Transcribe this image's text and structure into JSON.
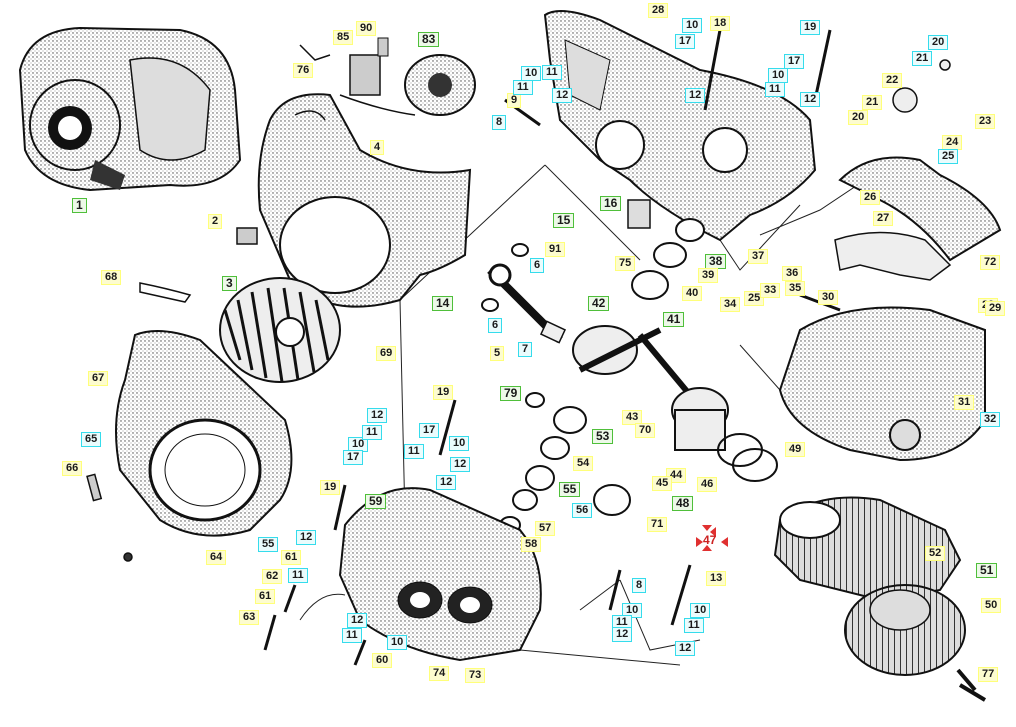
{
  "diagram": {
    "accent_colors": {
      "yellow_label": "#ffff7a",
      "cyan_label": "#35dcec",
      "green_label": "#4fbf3a",
      "red_marker": "#e03030"
    },
    "labels": [
      {
        "id": "l1",
        "text": "1",
        "style": "G"
      },
      {
        "id": "l2",
        "text": "2",
        "style": "Y"
      },
      {
        "id": "l3",
        "text": "3",
        "style": "G"
      },
      {
        "id": "l4",
        "text": "4",
        "style": "Y"
      },
      {
        "id": "l5",
        "text": "5",
        "style": "Y"
      },
      {
        "id": "l6a",
        "text": "6",
        "style": "C"
      },
      {
        "id": "l6b",
        "text": "6",
        "style": "C"
      },
      {
        "id": "l7",
        "text": "7",
        "style": "C"
      },
      {
        "id": "l8a",
        "text": "8",
        "style": "C"
      },
      {
        "id": "l8b",
        "text": "8",
        "style": "C"
      },
      {
        "id": "l9",
        "text": "9",
        "style": "Y"
      },
      {
        "id": "l10a",
        "text": "10",
        "style": "C"
      },
      {
        "id": "l10b",
        "text": "10",
        "style": "C"
      },
      {
        "id": "l10c",
        "text": "10",
        "style": "C"
      },
      {
        "id": "l10d",
        "text": "10",
        "style": "C"
      },
      {
        "id": "l10e",
        "text": "10",
        "style": "C"
      },
      {
        "id": "l10f",
        "text": "10",
        "style": "C"
      },
      {
        "id": "l10g",
        "text": "10",
        "style": "C"
      },
      {
        "id": "l10h",
        "text": "10",
        "style": "C"
      },
      {
        "id": "l11a",
        "text": "11",
        "style": "C"
      },
      {
        "id": "l11b",
        "text": "11",
        "style": "C"
      },
      {
        "id": "l11c",
        "text": "11",
        "style": "C"
      },
      {
        "id": "l11d",
        "text": "11",
        "style": "C"
      },
      {
        "id": "l11e",
        "text": "11",
        "style": "C"
      },
      {
        "id": "l11f",
        "text": "11",
        "style": "C"
      },
      {
        "id": "l11g",
        "text": "11",
        "style": "C"
      },
      {
        "id": "l11h",
        "text": "11",
        "style": "C"
      },
      {
        "id": "l11i",
        "text": "11",
        "style": "C"
      },
      {
        "id": "l12a",
        "text": "12",
        "style": "C"
      },
      {
        "id": "l12b",
        "text": "12",
        "style": "C"
      },
      {
        "id": "l12c",
        "text": "12",
        "style": "C"
      },
      {
        "id": "l12d",
        "text": "12",
        "style": "C"
      },
      {
        "id": "l12e",
        "text": "12",
        "style": "C"
      },
      {
        "id": "l12f",
        "text": "12",
        "style": "C"
      },
      {
        "id": "l12g",
        "text": "12",
        "style": "C"
      },
      {
        "id": "l12h",
        "text": "12",
        "style": "C"
      },
      {
        "id": "l12i",
        "text": "12",
        "style": "C"
      },
      {
        "id": "l12j",
        "text": "12",
        "style": "C"
      },
      {
        "id": "l13",
        "text": "13",
        "style": "Y"
      },
      {
        "id": "l14",
        "text": "14",
        "style": "G"
      },
      {
        "id": "l15",
        "text": "15",
        "style": "G"
      },
      {
        "id": "l16",
        "text": "16",
        "style": "G"
      },
      {
        "id": "l17a",
        "text": "17",
        "style": "C"
      },
      {
        "id": "l17b",
        "text": "17",
        "style": "C"
      },
      {
        "id": "l17c",
        "text": "17",
        "style": "C"
      },
      {
        "id": "l17d",
        "text": "17",
        "style": "C"
      },
      {
        "id": "l18",
        "text": "18",
        "style": "Y"
      },
      {
        "id": "l19a",
        "text": "19",
        "style": "C"
      },
      {
        "id": "l19b",
        "text": "19",
        "style": "Y"
      },
      {
        "id": "l19c",
        "text": "19",
        "style": "Y"
      },
      {
        "id": "l20a",
        "text": "20",
        "style": "C"
      },
      {
        "id": "l20b",
        "text": "20",
        "style": "Y"
      },
      {
        "id": "l21a",
        "text": "21",
        "style": "Y"
      },
      {
        "id": "l21b",
        "text": "21",
        "style": "C"
      },
      {
        "id": "l22",
        "text": "22",
        "style": "Y"
      },
      {
        "id": "l23",
        "text": "23",
        "style": "Y"
      },
      {
        "id": "l24",
        "text": "24",
        "style": "Y"
      },
      {
        "id": "l25a",
        "text": "25",
        "style": "C"
      },
      {
        "id": "l25b",
        "text": "25",
        "style": "Y"
      },
      {
        "id": "l26",
        "text": "26",
        "style": "Y"
      },
      {
        "id": "l27",
        "text": "27",
        "style": "Y"
      },
      {
        "id": "l28",
        "text": "28",
        "style": "Y"
      },
      {
        "id": "l29a",
        "text": "29",
        "style": "Y"
      },
      {
        "id": "l29b",
        "text": "29",
        "style": "Y"
      },
      {
        "id": "l30",
        "text": "30",
        "style": "Y"
      },
      {
        "id": "l31",
        "text": "31",
        "style": "Y"
      },
      {
        "id": "l32",
        "text": "32",
        "style": "C"
      },
      {
        "id": "l33",
        "text": "33",
        "style": "Y"
      },
      {
        "id": "l34",
        "text": "34",
        "style": "Y"
      },
      {
        "id": "l35",
        "text": "35",
        "style": "Y"
      },
      {
        "id": "l36",
        "text": "36",
        "style": "Y"
      },
      {
        "id": "l37",
        "text": "37",
        "style": "Y"
      },
      {
        "id": "l38",
        "text": "38",
        "style": "G"
      },
      {
        "id": "l39",
        "text": "39",
        "style": "Y"
      },
      {
        "id": "l40",
        "text": "40",
        "style": "Y"
      },
      {
        "id": "l41",
        "text": "41",
        "style": "G"
      },
      {
        "id": "l42",
        "text": "42",
        "style": "G"
      },
      {
        "id": "l43",
        "text": "43",
        "style": "Y"
      },
      {
        "id": "l44",
        "text": "44",
        "style": "Y"
      },
      {
        "id": "l45",
        "text": "45",
        "style": "Y"
      },
      {
        "id": "l46",
        "text": "46",
        "style": "Y"
      },
      {
        "id": "l47",
        "text": "47",
        "style": "R"
      },
      {
        "id": "l48",
        "text": "48",
        "style": "G"
      },
      {
        "id": "l49",
        "text": "49",
        "style": "Y"
      },
      {
        "id": "l50",
        "text": "50",
        "style": "Y"
      },
      {
        "id": "l51",
        "text": "51",
        "style": "G"
      },
      {
        "id": "l52",
        "text": "52",
        "style": "Y"
      },
      {
        "id": "l53",
        "text": "53",
        "style": "G"
      },
      {
        "id": "l54",
        "text": "54",
        "style": "Y"
      },
      {
        "id": "l55a",
        "text": "55",
        "style": "G"
      },
      {
        "id": "l55b",
        "text": "55",
        "style": "C"
      },
      {
        "id": "l56",
        "text": "56",
        "style": "C"
      },
      {
        "id": "l57",
        "text": "57",
        "style": "Y"
      },
      {
        "id": "l58",
        "text": "58",
        "style": "Y"
      },
      {
        "id": "l59",
        "text": "59",
        "style": "G"
      },
      {
        "id": "l60",
        "text": "60",
        "style": "Y"
      },
      {
        "id": "l61a",
        "text": "61",
        "style": "Y"
      },
      {
        "id": "l61b",
        "text": "61",
        "style": "Y"
      },
      {
        "id": "l62",
        "text": "62",
        "style": "Y"
      },
      {
        "id": "l63",
        "text": "63",
        "style": "Y"
      },
      {
        "id": "l64",
        "text": "64",
        "style": "Y"
      },
      {
        "id": "l65",
        "text": "65",
        "style": "C"
      },
      {
        "id": "l66",
        "text": "66",
        "style": "Y"
      },
      {
        "id": "l67",
        "text": "67",
        "style": "Y"
      },
      {
        "id": "l68",
        "text": "68",
        "style": "Y"
      },
      {
        "id": "l69",
        "text": "69",
        "style": "Y"
      },
      {
        "id": "l70",
        "text": "70",
        "style": "Y"
      },
      {
        "id": "l71",
        "text": "71",
        "style": "Y"
      },
      {
        "id": "l72",
        "text": "72",
        "style": "Y"
      },
      {
        "id": "l73",
        "text": "73",
        "style": "Y"
      },
      {
        "id": "l74",
        "text": "74",
        "style": "Y"
      },
      {
        "id": "l75",
        "text": "75",
        "style": "Y"
      },
      {
        "id": "l76",
        "text": "76",
        "style": "Y"
      },
      {
        "id": "l77",
        "text": "77",
        "style": "Y"
      },
      {
        "id": "l79",
        "text": "79",
        "style": "G"
      },
      {
        "id": "l83",
        "text": "83",
        "style": "G"
      },
      {
        "id": "l85",
        "text": "85",
        "style": "Y"
      },
      {
        "id": "l90",
        "text": "90",
        "style": "Y"
      },
      {
        "id": "l91",
        "text": "91",
        "style": "Y"
      }
    ]
  }
}
